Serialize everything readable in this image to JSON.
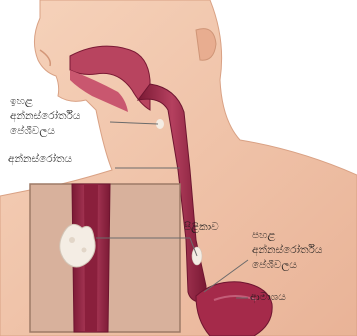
{
  "labels": {
    "upper_sphincter": [
      "ඉහළ",
      "අන්නස්රෝර්තිය",
      "පේශීවලය"
    ],
    "esophagus": "අන්නස්රෝතය",
    "tumor": "පිළිකාව",
    "lower_sphincter": [
      "පහළ",
      "අන්නස්රෝර්තිය",
      "පේශීවලය"
    ],
    "stomach": "ආමාශය"
  },
  "colors": {
    "skin": "#f3c9ad",
    "skin_shadow": "#e3a98c",
    "tract": "#a52a4a",
    "tract_dark": "#6e1530",
    "tumor": "#f4ede4",
    "inset_bg": "#d9b3a0",
    "leader": "#6b6b6b"
  }
}
